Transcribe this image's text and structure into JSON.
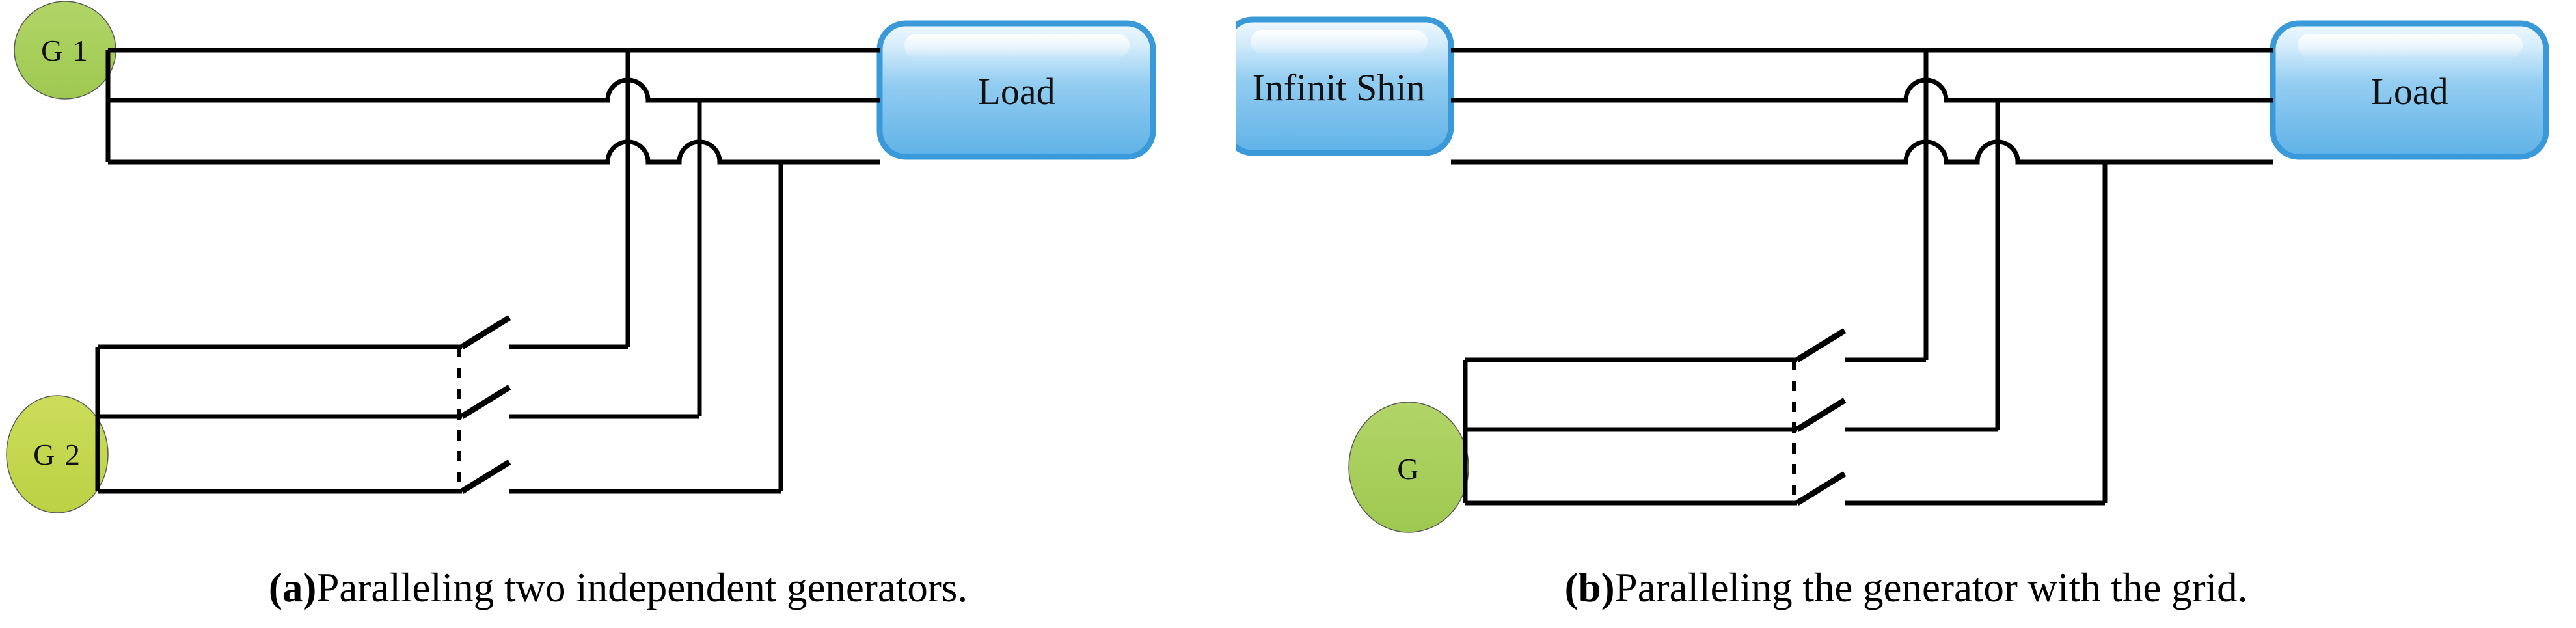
{
  "figure": {
    "title": "Paralleling generators one-line diagrams",
    "background_color": "#ffffff",
    "wire_color": "#000000",
    "generator_fill_a": "#a8cf5c",
    "generator_fill_b": "#c3d94e",
    "generator_stroke": "#3f3f3f",
    "box_fill_top": "#eaf5fd",
    "box_fill_bottom": "#63b4e8",
    "box_stroke": "#3a9ad9",
    "box_text_color": "#111111"
  },
  "panels": [
    {
      "id": "a",
      "caption_tag": "(a)",
      "caption_text": " Paralleling two independent generators.",
      "nodes": {
        "generator_top": {
          "label": "G 1",
          "shape": "ellipse",
          "fill": "#a8cf5c"
        },
        "generator_bottom": {
          "label": "G 2",
          "shape": "ellipse",
          "fill": "#c3d94e"
        },
        "load": {
          "label": "Load",
          "shape": "rounded-rect",
          "fill": "#63b4e8"
        }
      },
      "bus": {
        "phase_count": 3,
        "hop_count": 3,
        "switch_poles": 3,
        "switch_type": "3-pole ganged disconnect",
        "switch_state": "open"
      }
    },
    {
      "id": "b",
      "caption_tag": "(b)",
      "caption_text": " Paralleling the generator with the grid.",
      "nodes": {
        "grid_source": {
          "label": "Infinit Shin",
          "shape": "rounded-rect",
          "fill": "#63b4e8"
        },
        "generator": {
          "label": "G",
          "shape": "ellipse",
          "fill": "#a8cf5c"
        },
        "load": {
          "label": "Load",
          "shape": "rounded-rect",
          "fill": "#63b4e8"
        }
      },
      "bus": {
        "phase_count": 3,
        "hop_count": 3,
        "switch_poles": 3,
        "switch_type": "3-pole ganged disconnect",
        "switch_state": "open"
      }
    }
  ]
}
